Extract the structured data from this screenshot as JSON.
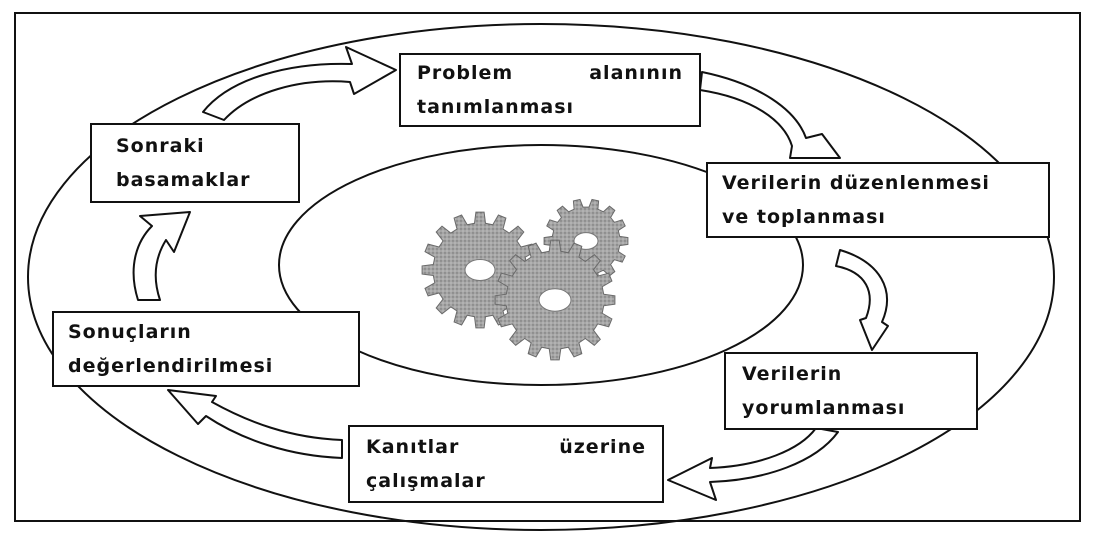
{
  "steps": [
    {
      "id": "problem",
      "line1_a": "Problem",
      "line1_b": "alanının",
      "line2": "tanımlanması"
    },
    {
      "id": "collect",
      "line1": "Verilerin düzenlenmesi",
      "line2": "ve toplanması"
    },
    {
      "id": "interpret",
      "line1": "Verilerin",
      "line2": "yorumlanması"
    },
    {
      "id": "evidence",
      "line1_a": "Kanıtlar",
      "line1_b": "üzerine",
      "line2": "çalışmalar"
    },
    {
      "id": "evaluate",
      "line1": "Sonuçların",
      "line2": "değerlendirilmesi"
    },
    {
      "id": "next",
      "line1": "Sonraki",
      "line2": "basamaklar"
    }
  ],
  "center_icon": "gears-icon",
  "colors": {
    "stroke": "#111111",
    "gear": "#9a9a9a",
    "background": "#ffffff"
  }
}
